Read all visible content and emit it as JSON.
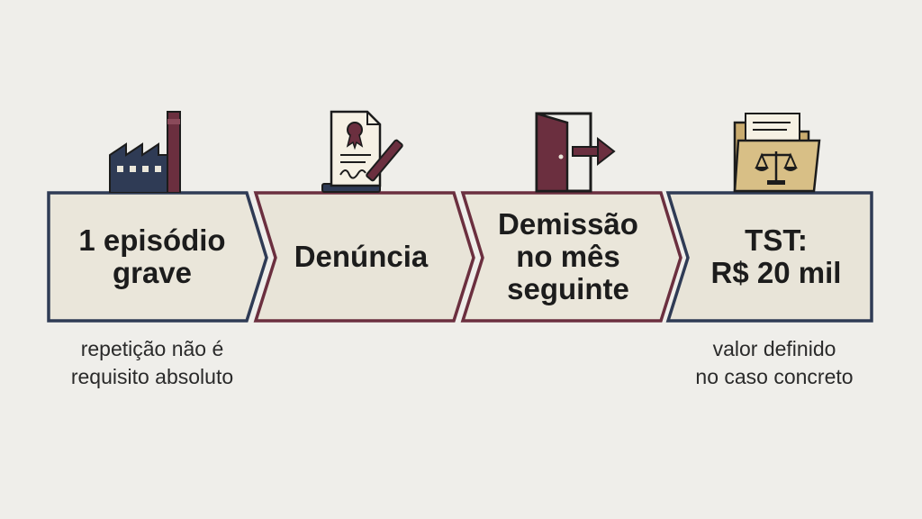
{
  "steps": [
    {
      "label": "1 episódio\ngrave",
      "icon": "factory-icon"
    },
    {
      "label": "Denúncia",
      "icon": "document-signing-icon"
    },
    {
      "label": "Demissão\nno mês\nseguinte",
      "icon": "exit-door-icon"
    },
    {
      "label": "TST:\nR$ 20 mil",
      "icon": "legal-folder-scales-icon"
    }
  ],
  "notes": {
    "first": "repetição não é\nrequisito absoluto",
    "last": "valor definido\nno caso concreto"
  },
  "colors": {
    "background": "#efeeea",
    "step_fill": "#eae6da",
    "navy": "#2f3b55",
    "burgundy": "#6b2f3f",
    "tan": "#d8bf86"
  }
}
